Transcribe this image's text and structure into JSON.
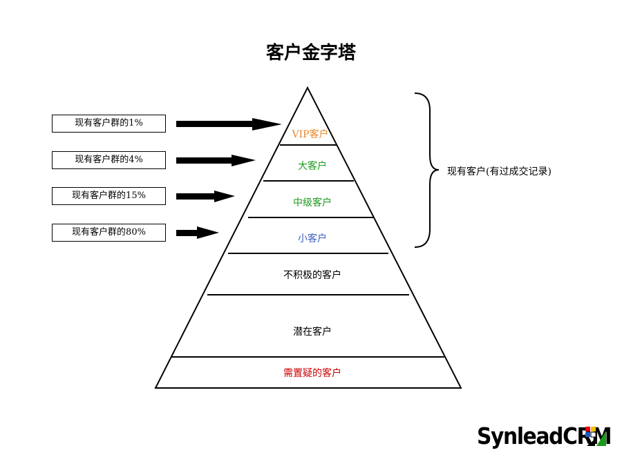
{
  "title": "客户金字塔",
  "percent_boxes": [
    {
      "label": "现有客户群的1%"
    },
    {
      "label": "现有客户群的4%"
    },
    {
      "label": "现有客户群的15%"
    },
    {
      "label": "现有客户群的80%"
    }
  ],
  "levels": [
    {
      "label": "VIP客户",
      "color": "#E8872A"
    },
    {
      "label": "大客户",
      "color": "#1A9A1A"
    },
    {
      "label": "中级客户",
      "color": "#1A9A1A"
    },
    {
      "label": "小客户",
      "color": "#3F5FBF"
    },
    {
      "label": "不积极的客户",
      "color": "#000000"
    },
    {
      "label": "潜在客户",
      "color": "#000000"
    },
    {
      "label": "需置疑的客户",
      "color": "#CC0000"
    }
  ],
  "brace_label": "现有客户(有过成交记录)",
  "logo": {
    "text": "SynleadCRM",
    "mark_colors": [
      "#E60012",
      "#1A9A1A",
      "#1E5AC8",
      "#F2C200"
    ]
  }
}
